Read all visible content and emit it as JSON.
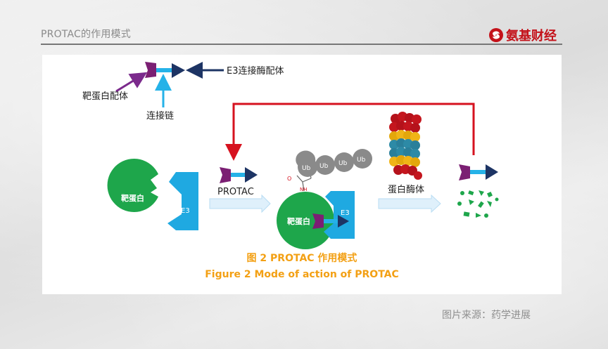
{
  "header": {
    "title": "PROTAC的作用模式",
    "brand_name": "氨基财经"
  },
  "figure": {
    "legend": {
      "target_ligand": "靶蛋白配体",
      "linker": "连接链",
      "e3_ligand": "E3连接酶配体"
    },
    "labels": {
      "target_protein": "靶蛋白",
      "e3": "E3",
      "protac": "PROTAC",
      "ub": "Ub",
      "proteasome": "蛋白酶体",
      "amide_nh": "NH",
      "amide_o": "O"
    },
    "caption_cn": "图 2  PROTAC 作用模式",
    "caption_en": "Figure 2  Mode of action of PROTAC"
  },
  "source": "图片来源：药学进展",
  "colors": {
    "protein_green": "#1ea64b",
    "e3_blue": "#1fa9e1",
    "ligand_purple": "#7b1f73",
    "e3_ligand_navy": "#1d3464",
    "linker_cyan": "#25b2e8",
    "ub_gray": "#8a8a8a",
    "loop_red": "#d6121f",
    "caption_orange": "#f3a014",
    "brand_red": "#c4121a"
  }
}
